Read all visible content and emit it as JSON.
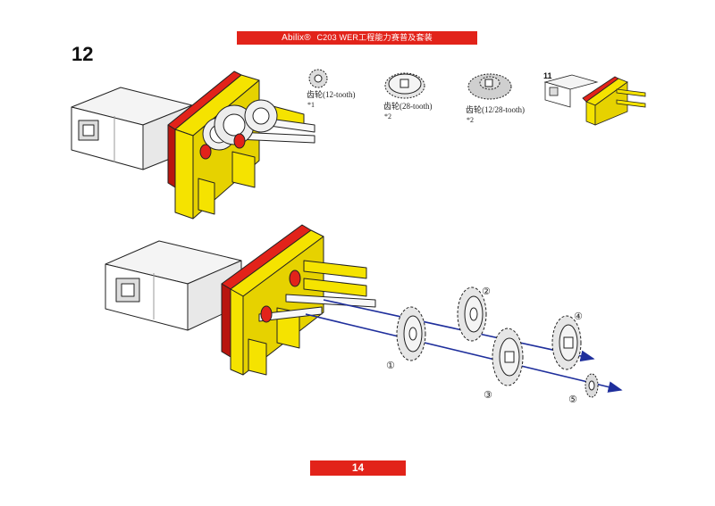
{
  "header": {
    "brand": "Abilix®",
    "title": "C203 WER工程能力赛普及套装"
  },
  "step": {
    "number": "12"
  },
  "parts": [
    {
      "label": "齿轮(12-tooth)",
      "qty": "*1"
    },
    {
      "label": "齿轮(28-tooth)",
      "qty": "*2"
    },
    {
      "label": "齿轮(12/28-tooth)",
      "qty": "*2"
    }
  ],
  "previous_step": {
    "label": "11"
  },
  "callouts": [
    "①",
    "②",
    "③",
    "④",
    "⑤"
  ],
  "page": {
    "number": "14"
  },
  "colors": {
    "accent_red": "#e2231a",
    "part_yellow": "#f5e300",
    "arrow_blue": "#1f2f9c"
  }
}
